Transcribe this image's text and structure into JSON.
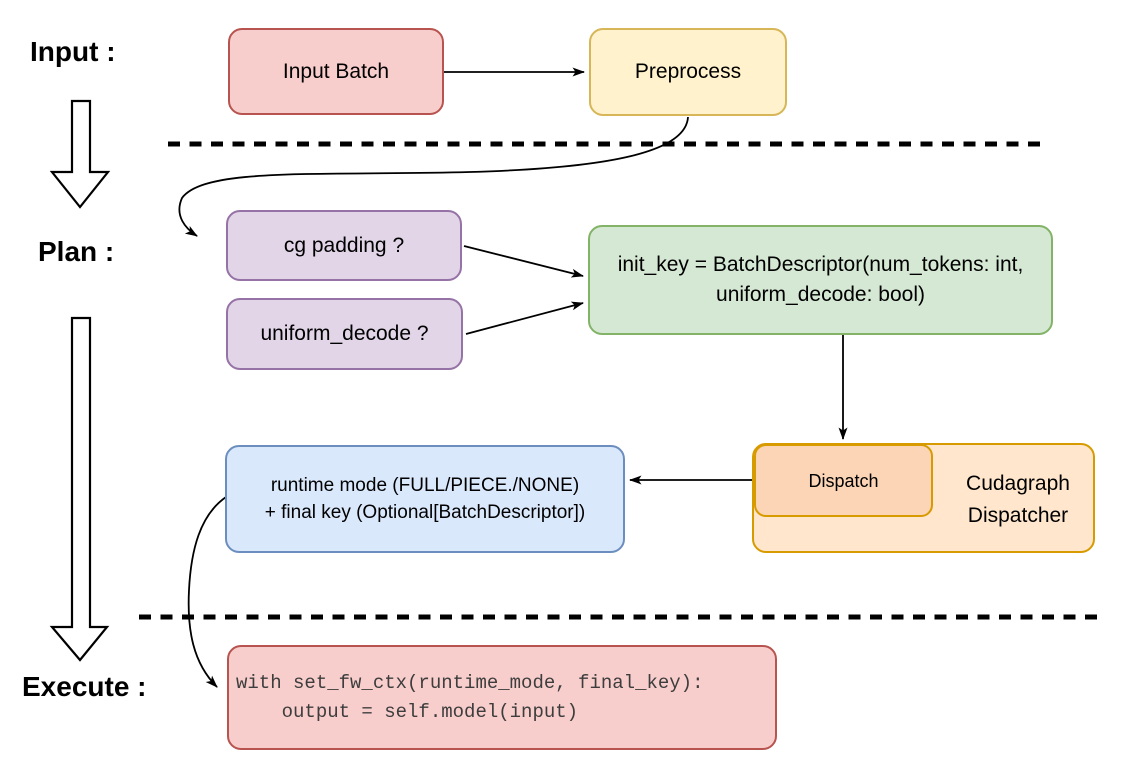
{
  "section_labels": {
    "input": "Input :",
    "plan": "Plan :",
    "execute": "Execute :"
  },
  "nodes": {
    "input_batch": {
      "label": "Input Batch"
    },
    "preprocess": {
      "label": "Preprocess"
    },
    "cg_padding": {
      "label": "cg padding ?"
    },
    "uniform_decode": {
      "label": "uniform_decode ?"
    },
    "init_key": {
      "line1": "init_key = BatchDescriptor(num_tokens: int,",
      "line2": "uniform_decode: bool)"
    },
    "dispatch": {
      "label": "Dispatch"
    },
    "cudagraph_dispatcher": {
      "label": "Cudagraph Dispatcher"
    },
    "runtime_mode": {
      "line1": "runtime mode (FULL/PIECE./NONE)",
      "line2": "+ final key (Optional[BatchDescriptor])"
    },
    "execute_code": {
      "line1": "with set_fw_ctx(runtime_mode, final_key):",
      "line2": "    output = self.model(input)"
    }
  },
  "colors": {
    "red_fill": "#f8cecc",
    "red_border": "#b85450",
    "yellow_fill": "#fff2cc",
    "yellow_border": "#d6b656",
    "purple_fill": "#e1d5e7",
    "purple_border": "#9673a6",
    "green_fill": "#d5e8d4",
    "green_border": "#82b366",
    "blue_fill": "#dae8fc",
    "blue_border": "#6c8ebf",
    "orange_fill": "#ffe6cc",
    "orange_inner_fill": "#fbd5b5",
    "orange_border": "#d79b00",
    "connector": "#000000",
    "code_text": "#3d3d3d"
  }
}
